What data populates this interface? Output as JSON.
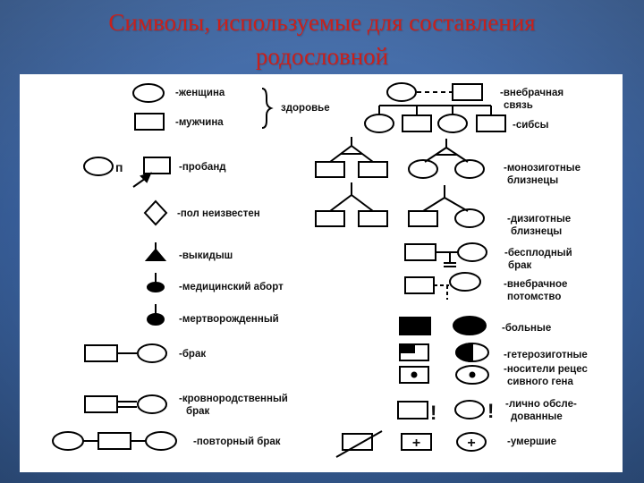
{
  "title": {
    "line1": "Символы, используемые для составления",
    "line2": "родословной"
  },
  "labels": {
    "female": "-женщина",
    "male": "-мужчина",
    "healthy": "здоровье",
    "proband_p": "п",
    "proband": "-пробанд",
    "sex_unknown": "-пол неизвестен",
    "miscarriage": "-выкидыш",
    "medical_abortion": "-медицинский аборт",
    "stillborn": "-мертворожденный",
    "marriage": "-брак",
    "consanguineous_1": "-кровнородственный",
    "consanguineous_2": "брак",
    "remarriage": "-повторный брак",
    "extramarital_1": "-внебрачная",
    "extramarital_2": "связь",
    "sibs": "-сибсы",
    "monozygotic_1": "-монозиготные",
    "monozygotic_2": "близнецы",
    "dizygotic_1": "-дизиготные",
    "dizygotic_2": "близнецы",
    "infertile_1": "-бесплодный",
    "infertile_2": "брак",
    "illegitimate_1": "-внебрачное",
    "illegitimate_2": "потомство",
    "affected": "-больные",
    "heterozygous": "-гетерозиготные",
    "carriers_1": "-носители рецес",
    "carriers_2": "сивного гена",
    "examined_mark": "!",
    "examined_1": "-лично обсле-",
    "examined_2": "дованные",
    "plus_mark": "+",
    "deceased": "-умершие"
  },
  "colors": {
    "title": "#c9201b",
    "background": "#3e67a3",
    "panel": "#ffffff",
    "ink": "#000000"
  }
}
